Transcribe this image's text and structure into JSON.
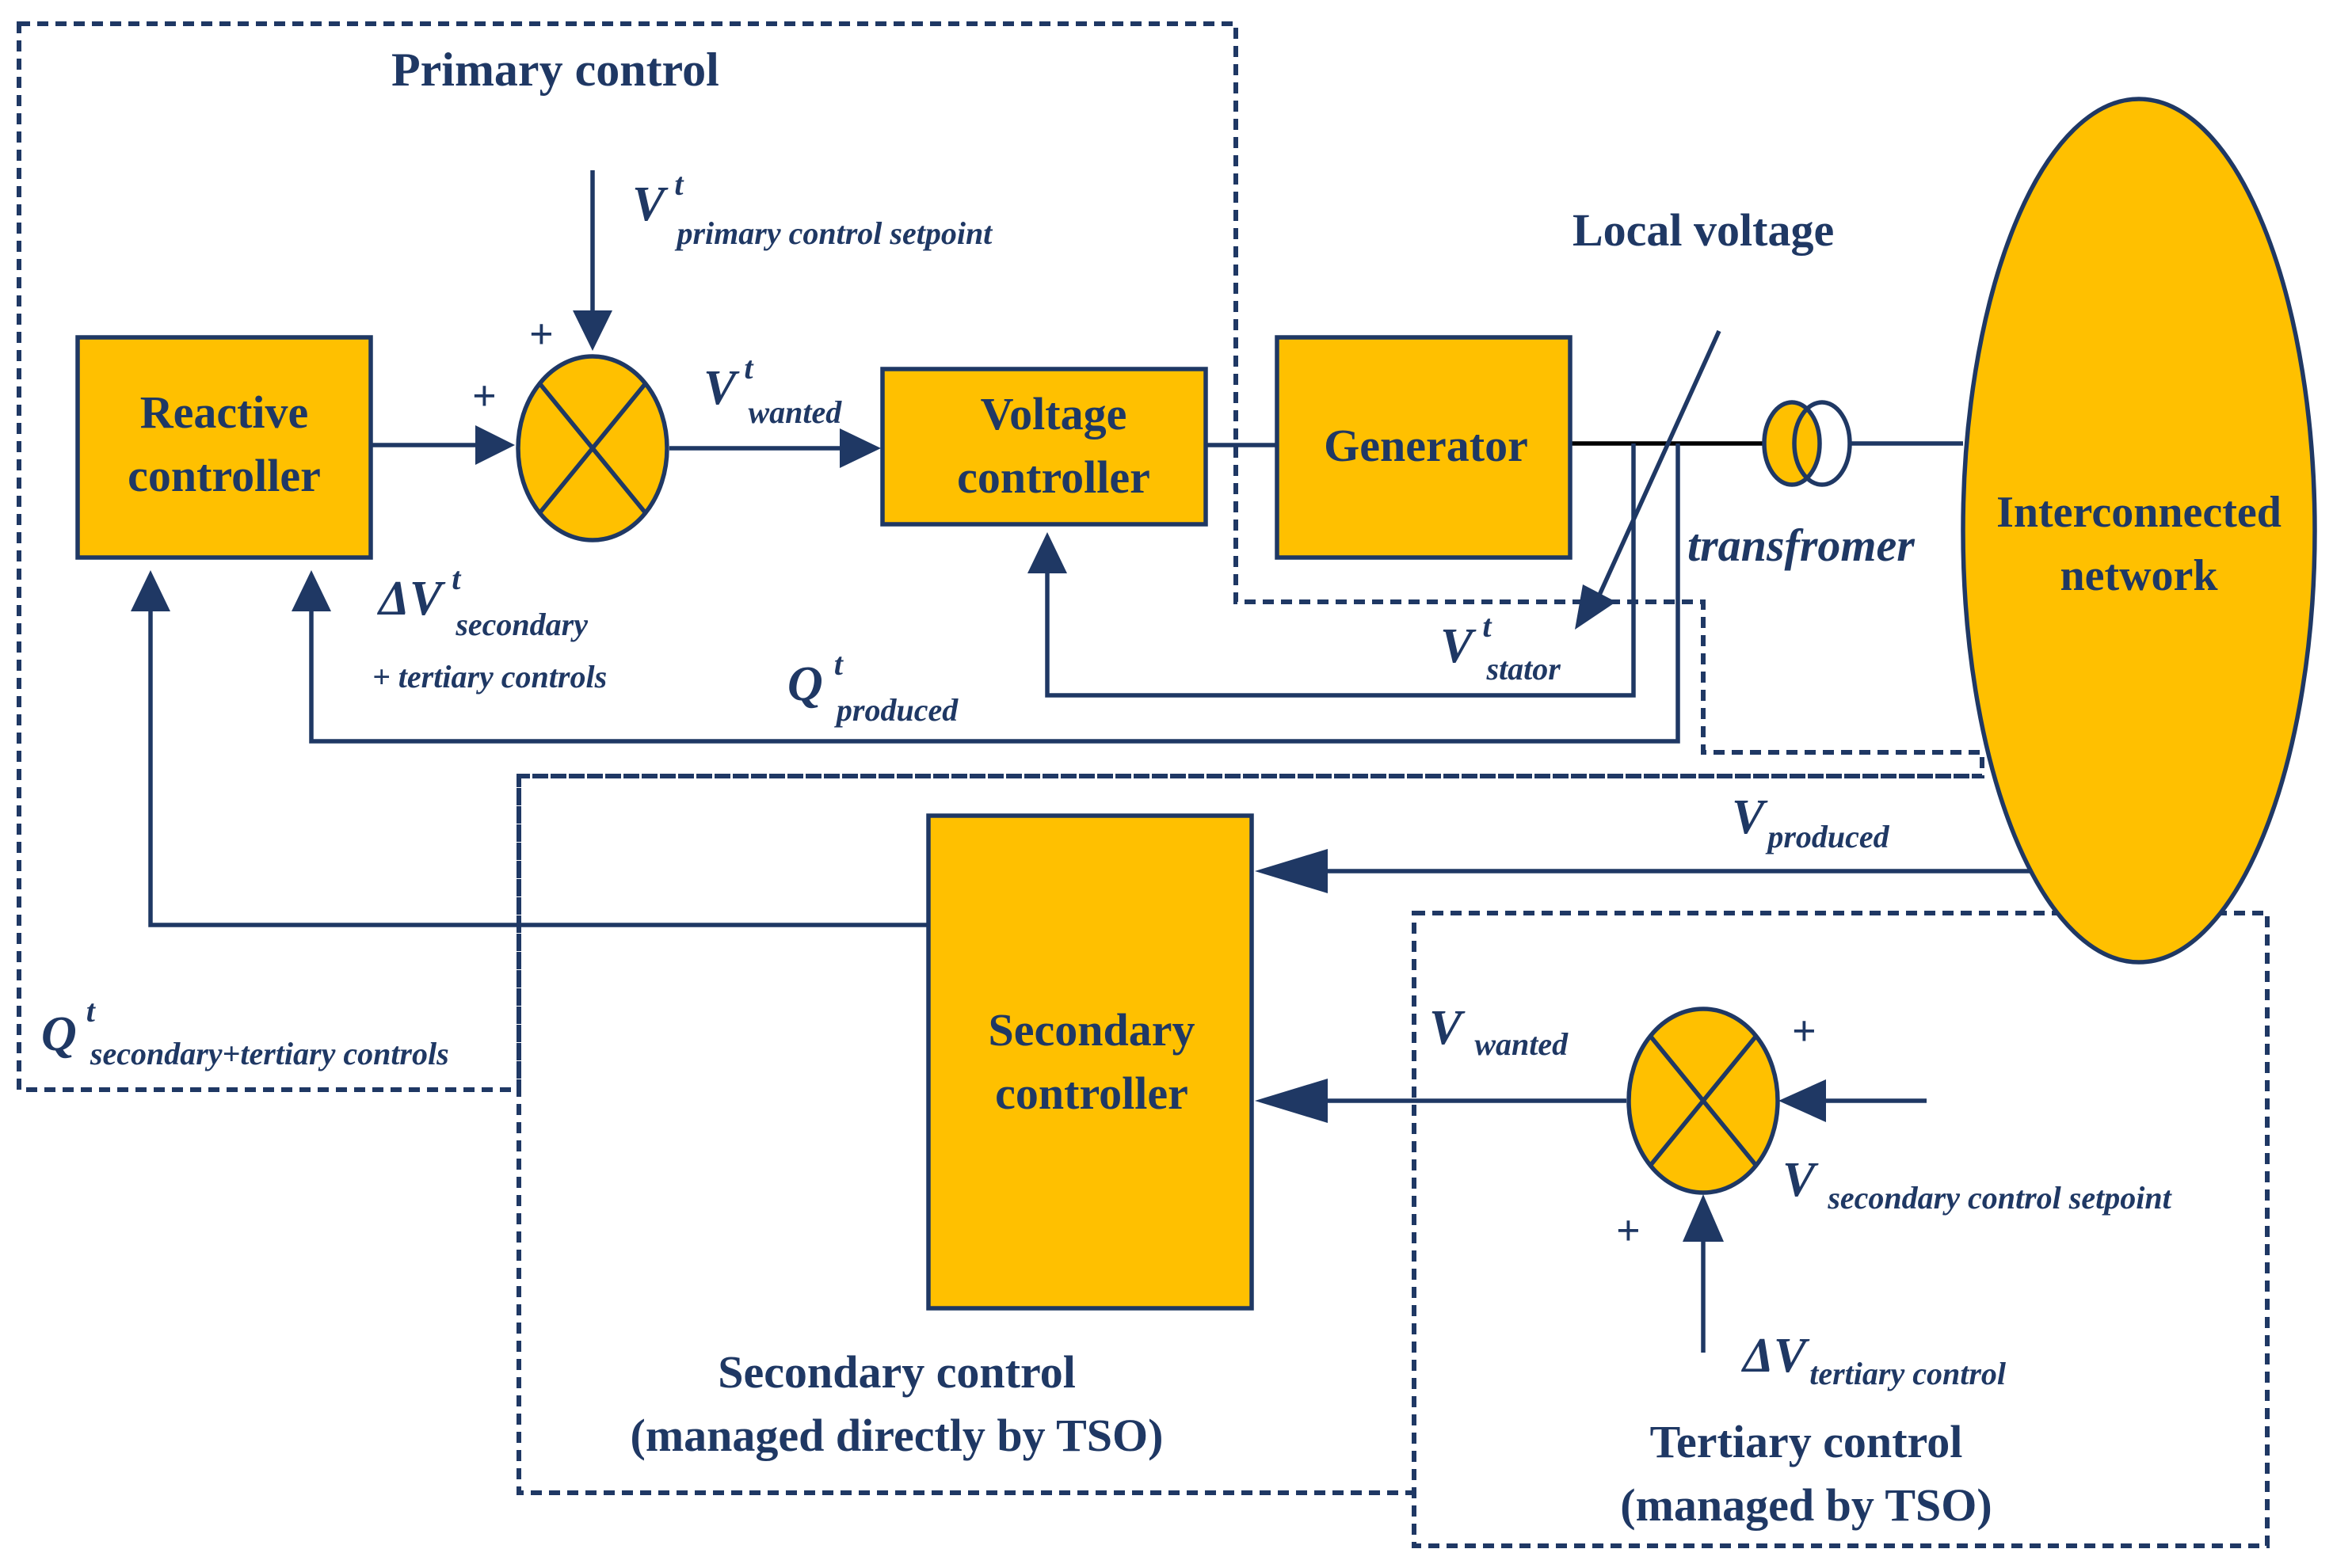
{
  "colors": {
    "block_fill": "#FFC000",
    "stroke": "#1F3864",
    "text": "#1F3864"
  },
  "regions": {
    "primary": "Primary control",
    "secondary_line1": "Secondary control",
    "secondary_line2": "(managed directly by TSO)",
    "tertiary_line1": "Tertiary control",
    "tertiary_line2": "(managed by TSO)"
  },
  "blocks": {
    "reactive_line1": "Reactive",
    "reactive_line2": "controller",
    "voltage_line1": "Voltage",
    "voltage_line2": "controller",
    "generator": "Generator",
    "network_line1": "Interconnected",
    "network_line2": "network",
    "secondary_line1": "Secondary",
    "secondary_line2": "controller"
  },
  "labels": {
    "local_voltage": "Local voltage",
    "transformer": "transfromer",
    "v_primary_setpoint": {
      "base": "V",
      "sup": "t",
      "sub": "primary control setpoint"
    },
    "v_wanted_t": {
      "base": "V",
      "sup": "t",
      "sub": "wanted"
    },
    "delta_v_secondary": {
      "base": "ΔV",
      "sup": "t",
      "sub": "secondary"
    },
    "tertiary_controls_note": "+ tertiary controls",
    "q_produced": {
      "base": "Q",
      "sup": "t",
      "sub": "produced"
    },
    "v_stator": {
      "base": "V",
      "sup": "t",
      "sub": "stator"
    },
    "v_produced": {
      "base": "V",
      "sub": "produced"
    },
    "q_secondary_tertiary": {
      "base": "Q",
      "sup": "t",
      "sub": "secondary+tertiary controls"
    },
    "v_wanted": {
      "base": "V",
      "sub": "wanted"
    },
    "v_secondary_setpoint": {
      "base": "V",
      "sub": "secondary control setpoint"
    },
    "delta_v_tertiary": {
      "base": "ΔV",
      "sub": "tertiary control"
    }
  },
  "signs": {
    "sum1_top": "+",
    "sum1_left": "+",
    "sum2_right": "+",
    "sum2_bottom": "+"
  }
}
